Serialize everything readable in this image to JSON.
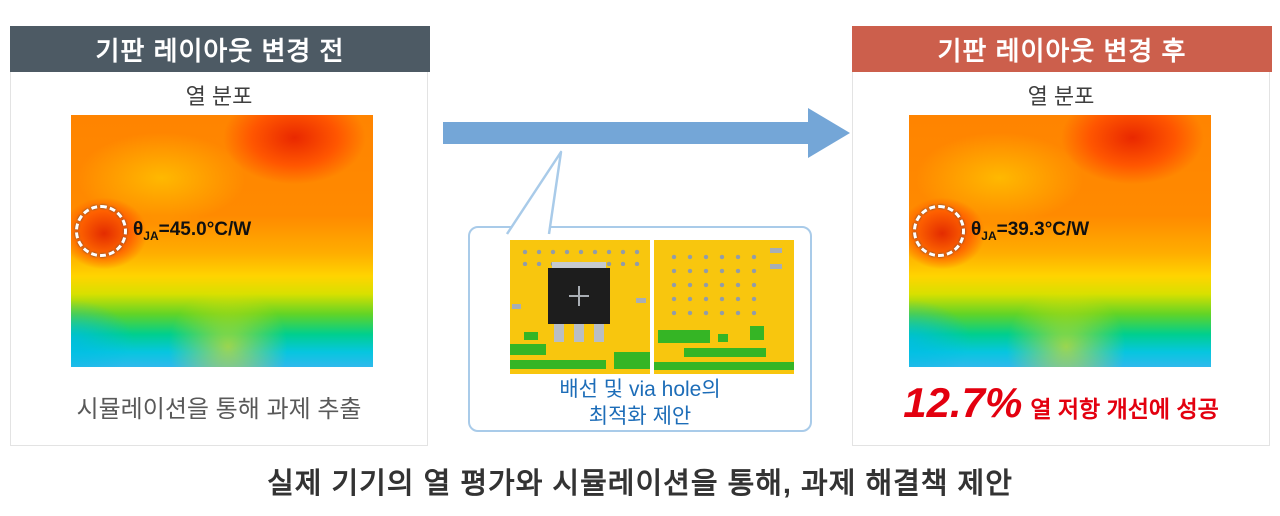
{
  "colors": {
    "header_before_bg": "#4d5a64",
    "header_after_bg": "#cc5f4c",
    "arrow_blue": "#74a6d7",
    "callout_border": "#a9cbe9",
    "callout_text_blue": "#1d6db8",
    "result_red": "#e3000f",
    "pcb_yellow": "#f8c60e",
    "pcb_trace_green": "#35b525"
  },
  "before_panel": {
    "header": "기판 레이아웃 변경 전",
    "map_title": "열 분포",
    "theta": {
      "symbol": "θ",
      "sub": "JA",
      "value": "=45.0°C/W"
    },
    "caption": "시뮬레이션을 통해 과제 추출"
  },
  "after_panel": {
    "header": "기판 레이아웃 변경 후",
    "map_title": "열 분포",
    "theta": {
      "symbol": "θ",
      "sub": "JA",
      "value": "=39.3°C/W"
    },
    "result_percent": "12.7%",
    "result_text": "열 저항 개선에 성공"
  },
  "callout": {
    "line1": "배선 및 via hole의",
    "line2": "최적화 제안"
  },
  "footer": {
    "caption": "실제 기기의 열 평가와 시뮬레이션을 통해, 과제 해결책 제안"
  }
}
